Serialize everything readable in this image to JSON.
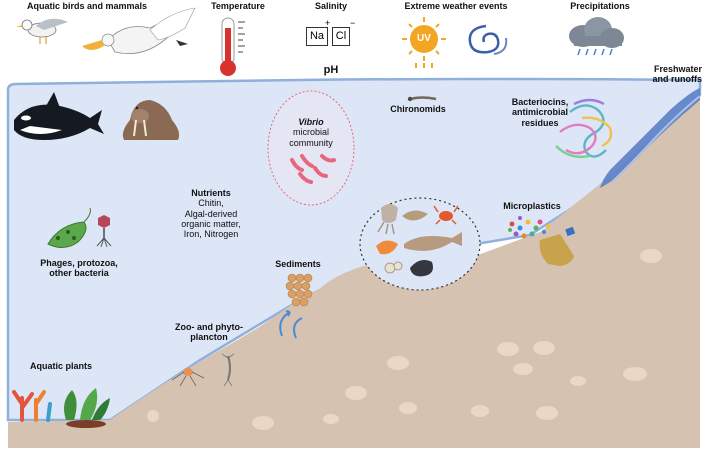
{
  "top_labels": {
    "birds_mammals": "Aquatic birds and mammals",
    "temperature": "Temperature",
    "salinity": "Salinity",
    "na": "Na",
    "na_charge": "+",
    "cl": "Cl",
    "cl_charge": "−",
    "ph": "pH",
    "extreme_weather": "Extreme weather events",
    "uv": "UV",
    "precipitations": "Precipitations"
  },
  "labels": {
    "freshwater_1": "Freshwater",
    "freshwater_2": "and runoffs",
    "chironomids": "Chironomids",
    "bacteriocins_1": "Bacteriocins,",
    "bacteriocins_2": "antimicrobial",
    "bacteriocins_3": "residues",
    "vibrio": "Vibrio",
    "vibrio_2": "microbial",
    "vibrio_3": "community",
    "nutrients_title": "Nutrients",
    "nutrients_1": "Chitin,",
    "nutrients_2": "Algal-derived",
    "nutrients_3": "organic matter,",
    "nutrients_4": "Iron, Nitrogen",
    "phages_1": "Phages, protozoa,",
    "phages_2": "other bacteria",
    "microplastics": "Microplastics",
    "sediments": "Sediments",
    "zoo_1": "Zoo- and phyto-",
    "zoo_2": "plancton",
    "aquatic_plants": "Aquatic plants"
  },
  "colors": {
    "water": "#dde6f6",
    "water_edge": "#8fb0dd",
    "sediment": "#d5c2b0",
    "pebble": "#ead7c6",
    "freshwater": "#5b7fc6",
    "thermometer": "#d8322f",
    "uv_sun": "#f2a623",
    "vibrio": "#e8677e"
  },
  "icons": [
    "seagull-icon",
    "pelican-icon",
    "thermometer-icon",
    "sun-uv-icon",
    "cyclone-icon",
    "rain-cloud-icon",
    "orca-icon",
    "walrus-icon",
    "chironomid-icon",
    "protein-structure-icon",
    "freshwater-stream-icon",
    "vibrio-bacteria-icon",
    "protozoa-icon",
    "phage-icon",
    "seafood-icon",
    "microplastics-icon",
    "plastic-bottle-icon",
    "sediment-grains-icon",
    "plankton-icon",
    "coral-icon",
    "seaweed-icon"
  ]
}
